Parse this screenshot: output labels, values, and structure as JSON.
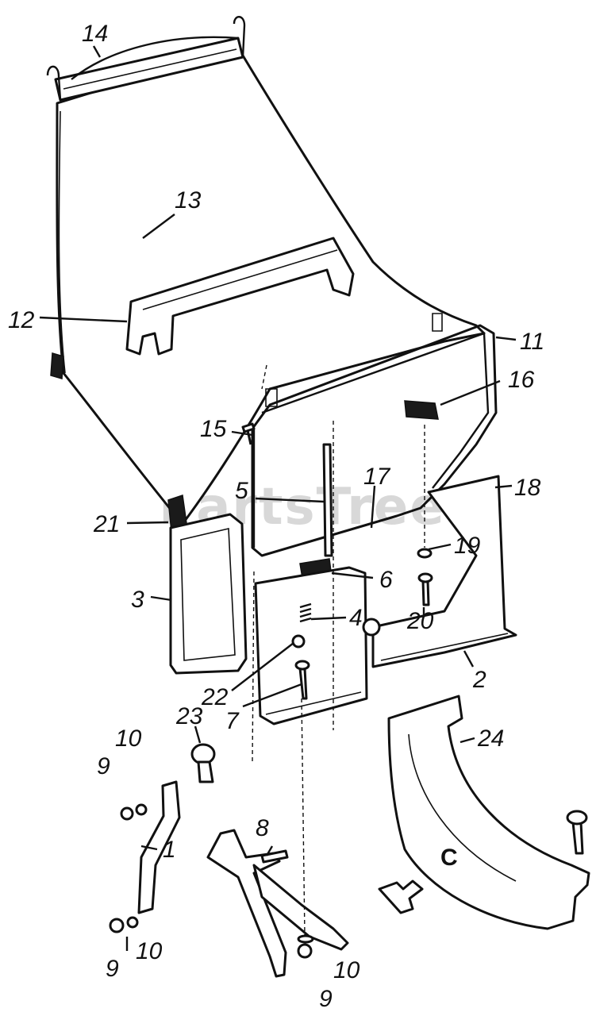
{
  "callouts": {
    "c1": "1",
    "c2": "2",
    "c3": "3",
    "c4": "4",
    "c5": "5",
    "c6": "6",
    "c7": "7",
    "c8": "8",
    "c9a": "9",
    "c9b": "9",
    "c9c": "9",
    "c10a": "10",
    "c10b": "10",
    "c10c": "10",
    "c11": "11",
    "c12": "12",
    "c13": "13",
    "c14": "14",
    "c15": "15",
    "c16": "16",
    "c17": "17",
    "c18": "18",
    "c19": "19",
    "c20": "20",
    "c21": "21",
    "c22": "22",
    "c23": "23",
    "c24": "24",
    "cC": "C"
  },
  "watermark": "PartsTree",
  "colors": {
    "ink": "#111111",
    "paper": "#ffffff",
    "watermark": "#d8d8d8"
  }
}
